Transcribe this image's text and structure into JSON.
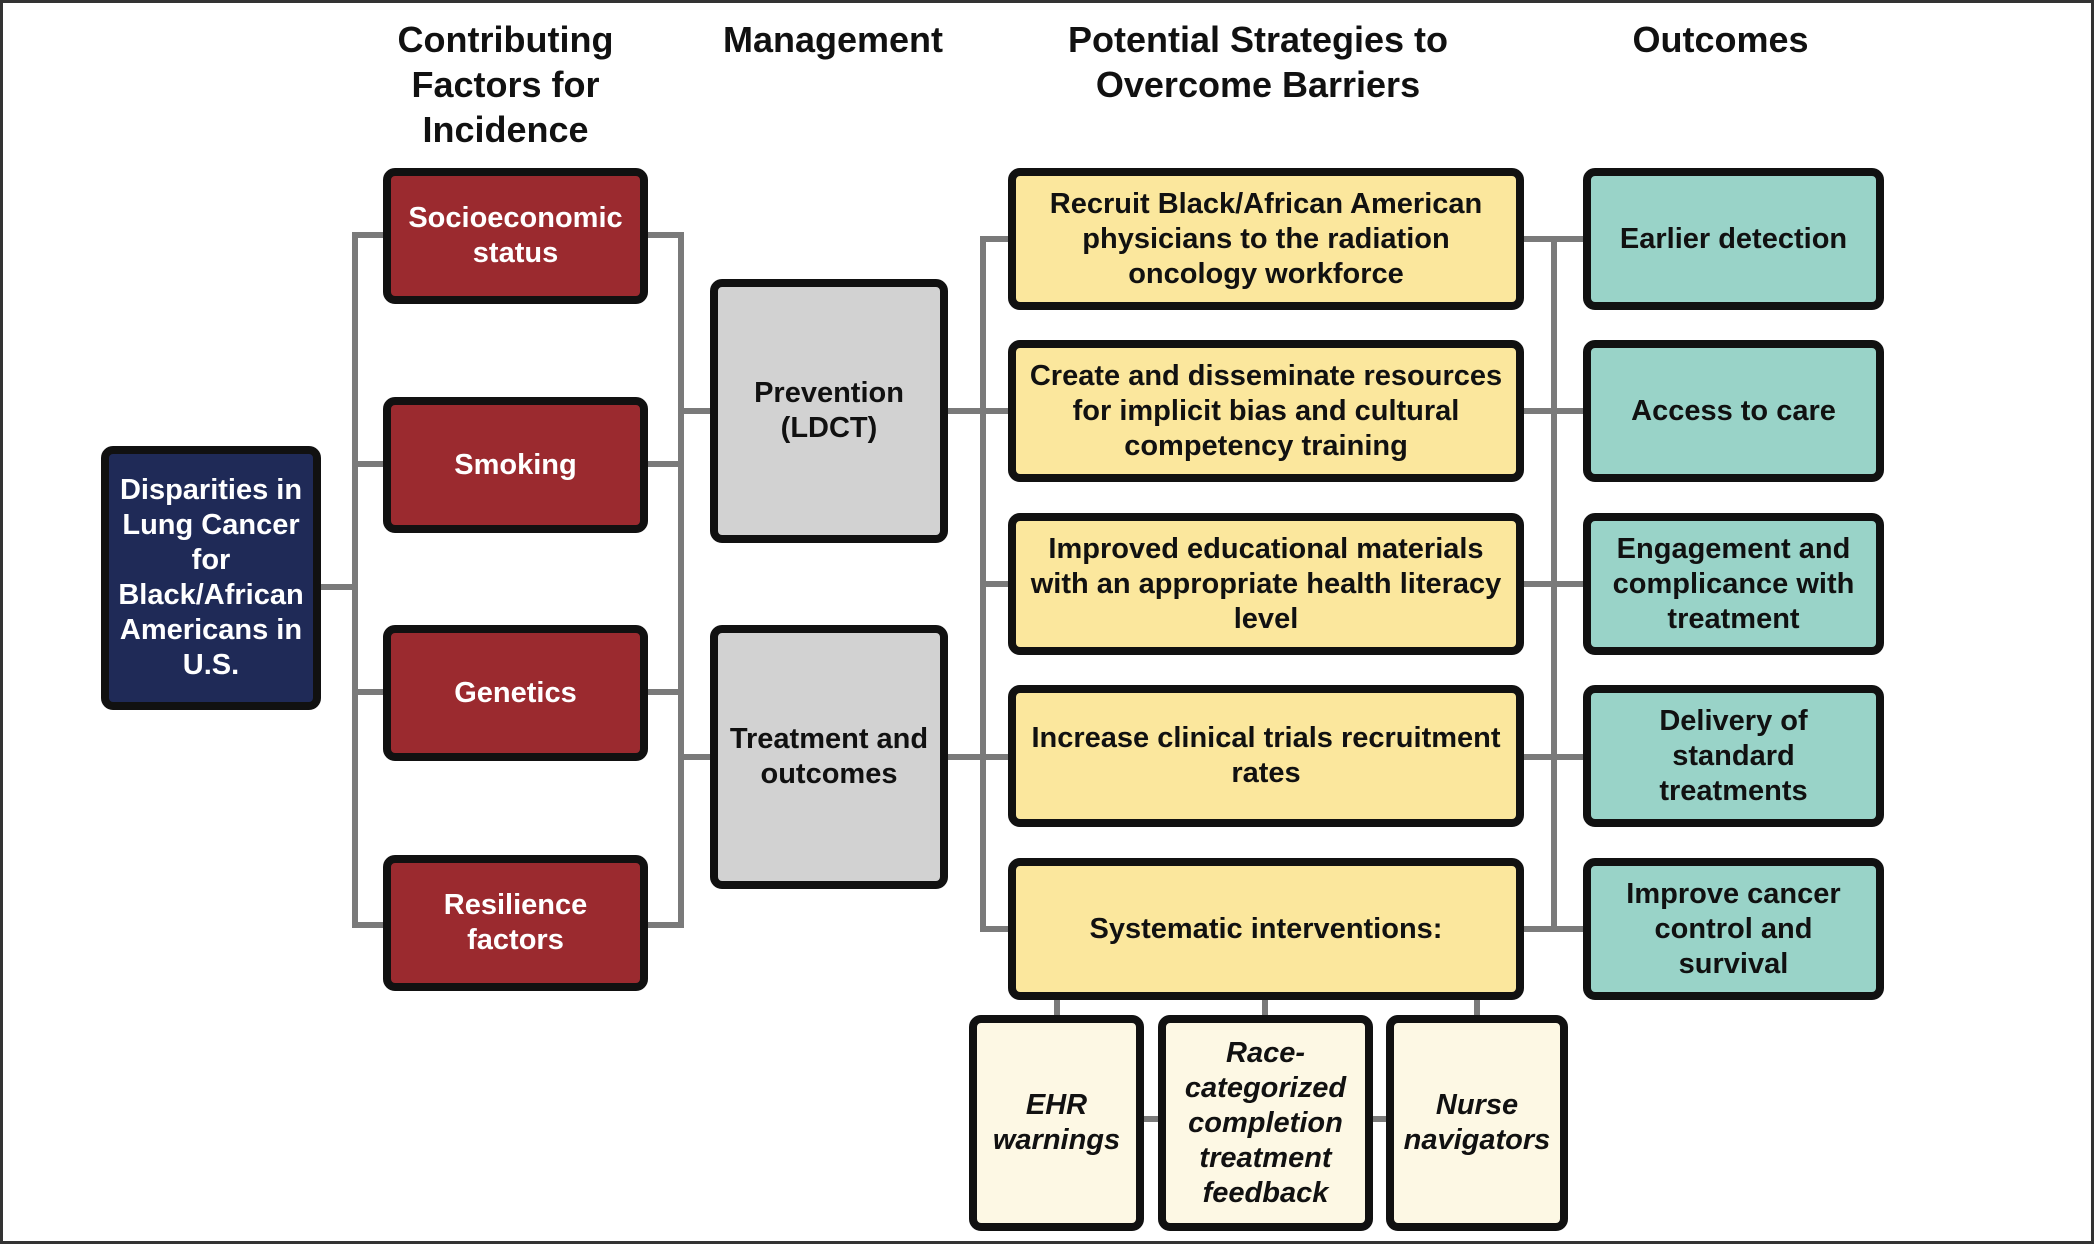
{
  "colors": {
    "root_fill": "#1f2a57",
    "factor_fill": "#9b2a2f",
    "management_fill": "#d2d2d2",
    "strategy_fill": "#fbe79d",
    "outcome_fill": "#99d3c8",
    "sub_fill": "#fdf8e4",
    "connector": "#7a7a7a"
  },
  "headers": {
    "factors": "Contributing Factors for Incidence",
    "management": "Management",
    "strategies": "Potential Strategies to Overcome Barriers",
    "outcomes": "Outcomes"
  },
  "root": {
    "label": "Disparities in Lung Cancer for Black/African Americans in U.S."
  },
  "factors": [
    {
      "label": "Socioeconomic status"
    },
    {
      "label": "Smoking"
    },
    {
      "label": "Genetics"
    },
    {
      "label": "Resilience factors"
    }
  ],
  "management": [
    {
      "label": "Prevention (LDCT)"
    },
    {
      "label": "Treatment and outcomes"
    }
  ],
  "strategies": [
    {
      "label": "Recruit Black/African American physicians to the radiation oncology workforce"
    },
    {
      "label": "Create and disseminate resources for implicit bias and cultural competency training"
    },
    {
      "label": "Improved educational materials with an appropriate health literacy level"
    },
    {
      "label": "Increase clinical trials recruitment rates"
    },
    {
      "label": "Systematic interventions:"
    }
  ],
  "interventions": [
    {
      "label": "EHR warnings"
    },
    {
      "label": "Race-categorized completion treatment feedback"
    },
    {
      "label": "Nurse navigators"
    }
  ],
  "outcomes": [
    {
      "label": "Earlier detection"
    },
    {
      "label": "Access to care"
    },
    {
      "label": "Engagement and complicance with treatment"
    },
    {
      "label": "Delivery of standard treatments"
    },
    {
      "label": "Improve cancer control and survival"
    }
  ]
}
